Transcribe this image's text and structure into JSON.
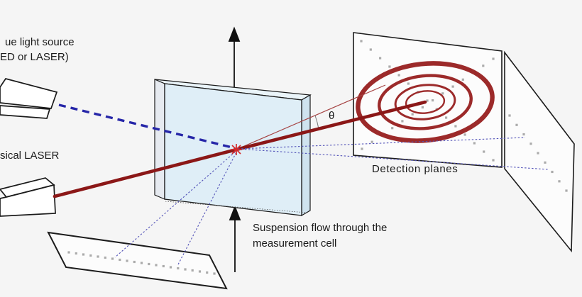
{
  "figure": {
    "labels": {
      "blue_source_line1": "ue light source",
      "blue_source_line2": "ED or LASER)",
      "classical_laser": "sical LASER",
      "theta": "θ",
      "detection_planes": "Detection planes",
      "suspension_line1": "Suspension flow through the",
      "suspension_line2": "measurement cell"
    },
    "colors": {
      "background": "#f5f5f5",
      "beam_red": "#8b1717",
      "rings_red": "#9c2a2a",
      "thin_ray_red": "#a64444",
      "star_red": "#d42a2a",
      "incident_blue": "#2626a8",
      "scatter_blue": "#5353b8",
      "cell_fill": "#dcedf6",
      "plane_fill": "#fcfcfc",
      "dot_gray": "#ababab",
      "outline": "#1a1a1a"
    }
  }
}
